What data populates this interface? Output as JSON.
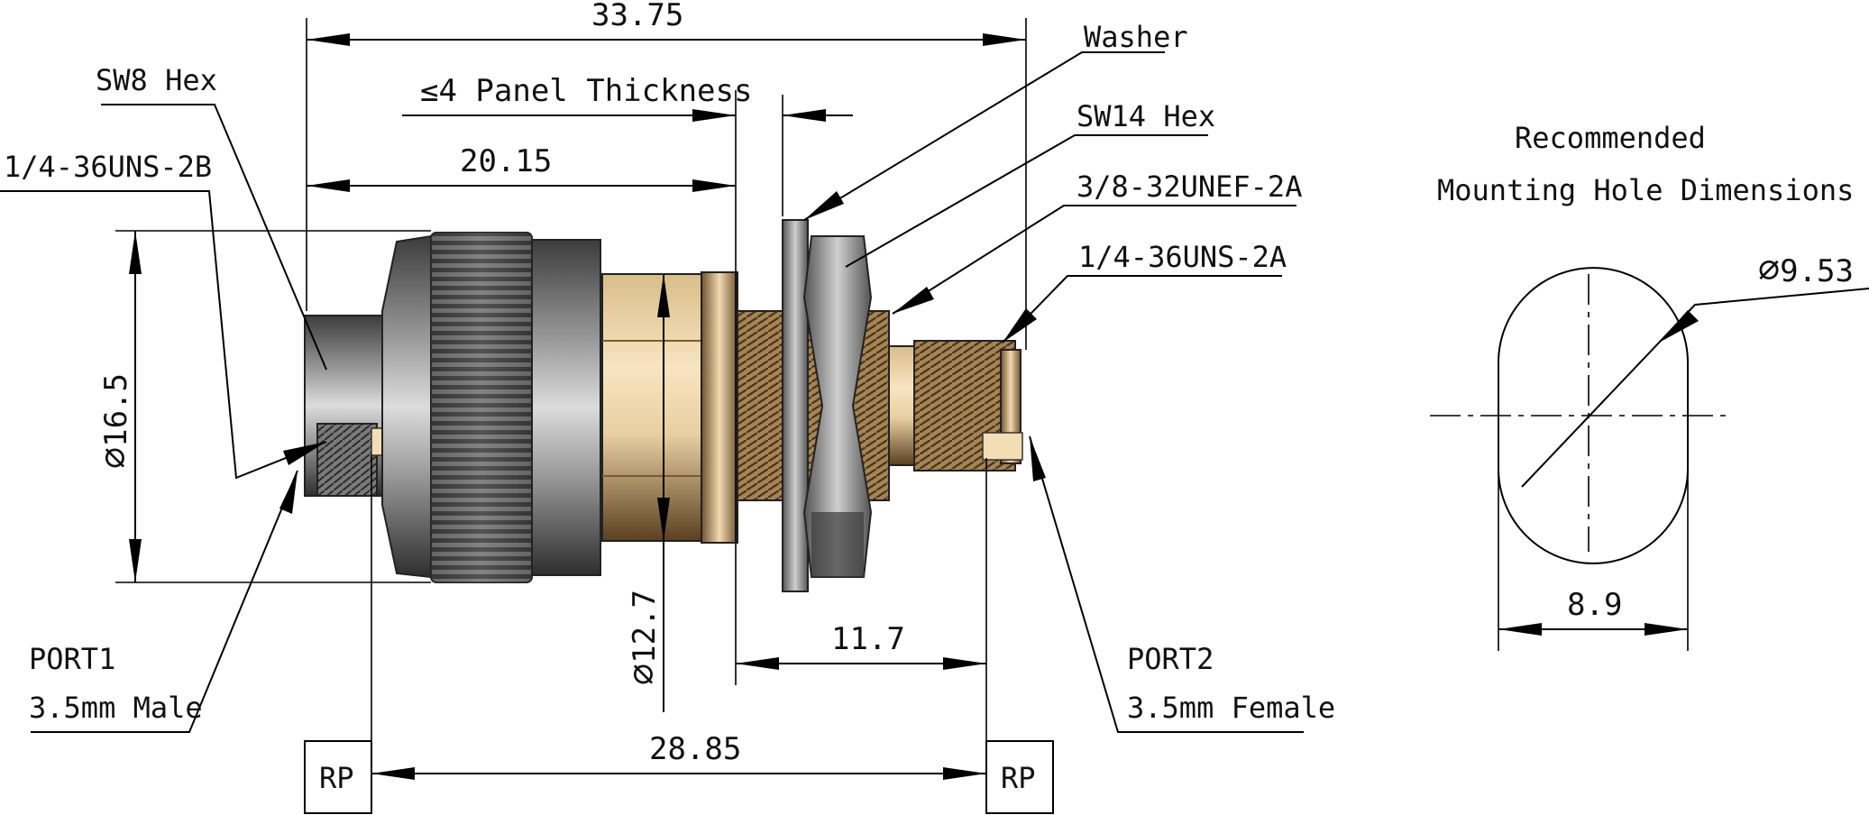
{
  "dimensions": {
    "overall_length": "33.75",
    "panel_thickness": "≤4 Panel Thickness",
    "to_panel": "20.15",
    "body_diameter": "16.5",
    "inner_diameter": "12.7",
    "rear_length": "11.7",
    "ref_plane_distance": "28.85",
    "mount_diameter": "9.53",
    "mount_flat": "8.9"
  },
  "callouts": {
    "sw8": "SW8 Hex",
    "thread_port1": "1/4-36UNS-2B",
    "washer": "Washer",
    "sw14": "SW14 Hex",
    "thread_bulkhead": "3/8-32UNEF-2A",
    "thread_port2": "1/4-36UNS-2A",
    "port1_name": "PORT1",
    "port1_type": "3.5mm Male",
    "port2_name": "PORT2",
    "port2_type": "3.5mm Female",
    "rp_left": "RP",
    "rp_right": "RP"
  },
  "mounting": {
    "title_line1": "Recommended",
    "title_line2": "Mounting Hole Dimensions"
  },
  "colors": {
    "line": "#000000",
    "steel_dark": "#3c3c3c",
    "steel_mid": "#8c8c8c",
    "steel_light": "#d2d2d2",
    "brass_light": "#f5dfb6",
    "brass_mid": "#c9a46c",
    "brass_dark": "#6e5230"
  }
}
